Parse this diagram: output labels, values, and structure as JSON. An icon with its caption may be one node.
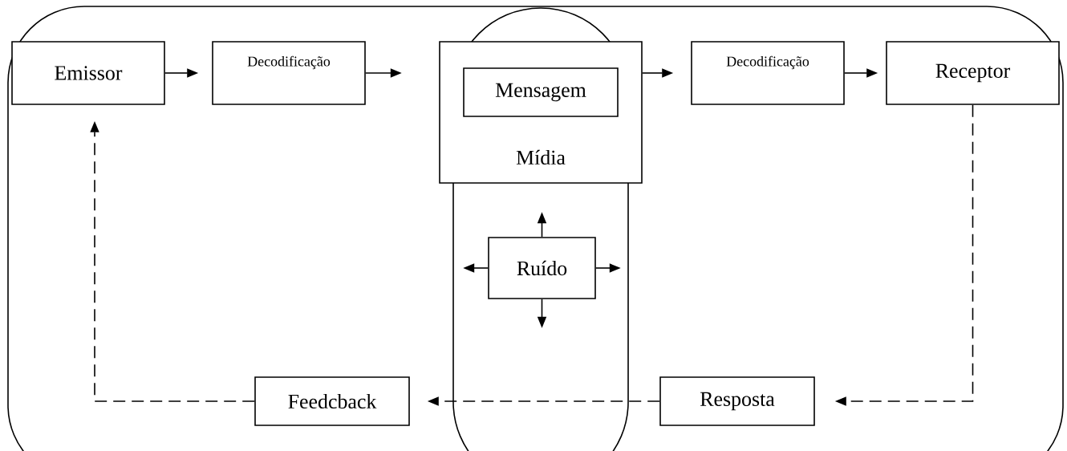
{
  "diagram": {
    "nodes": [
      {
        "text": [],
        "shape": "box"
      },
      {
        "text": [
          "Emissor"
        ],
        "in": 0
      },
      {
        "text": [
          "Decodificação"
        ],
        "in": 0
      },
      {
        "text": [],
        "shape": "box",
        "in": 0
      },
      {
        "text": [
          "Mídia"
        ],
        "in": 0
      },
      {
        "text": [
          "Mensagem"
        ],
        "in": 4
      },
      {
        "text": [
          "Decodificação"
        ],
        "in": 0
      },
      {
        "text": [
          "Receptor"
        ],
        "in": 0
      },
      {
        "text": [
          "Ruído"
        ],
        "in": 3
      },
      {
        "text": [
          "Feedcback"
        ],
        "in": 0
      },
      {
        "text": [
          "Resposta"
        ],
        "in": 0
      }
    ],
    "edges": [
      {
        "from": 1,
        "to": 2,
        "arrow": "to"
      },
      {
        "from": 2,
        "to": null,
        "arrow": "to"
      },
      {
        "from": 4,
        "to": 6,
        "arrow": "to"
      },
      {
        "from": 6,
        "to": 7,
        "arrow": "to"
      },
      {
        "from": 8,
        "to": null,
        "arrow": "to"
      },
      {
        "from": 8,
        "to": null,
        "arrow": "to"
      },
      {
        "from": 8,
        "to": null,
        "arrow": "to"
      },
      {
        "from": 8,
        "to": null,
        "arrow": "to"
      },
      {
        "from": 7,
        "to": 10,
        "arrow": "to",
        "style": "dashed"
      },
      {
        "from": 10,
        "to": 9,
        "arrow": "to",
        "style": "dashed"
      },
      {
        "from": 9,
        "to": 1,
        "arrow": "to",
        "style": "dashed"
      }
    ]
  }
}
